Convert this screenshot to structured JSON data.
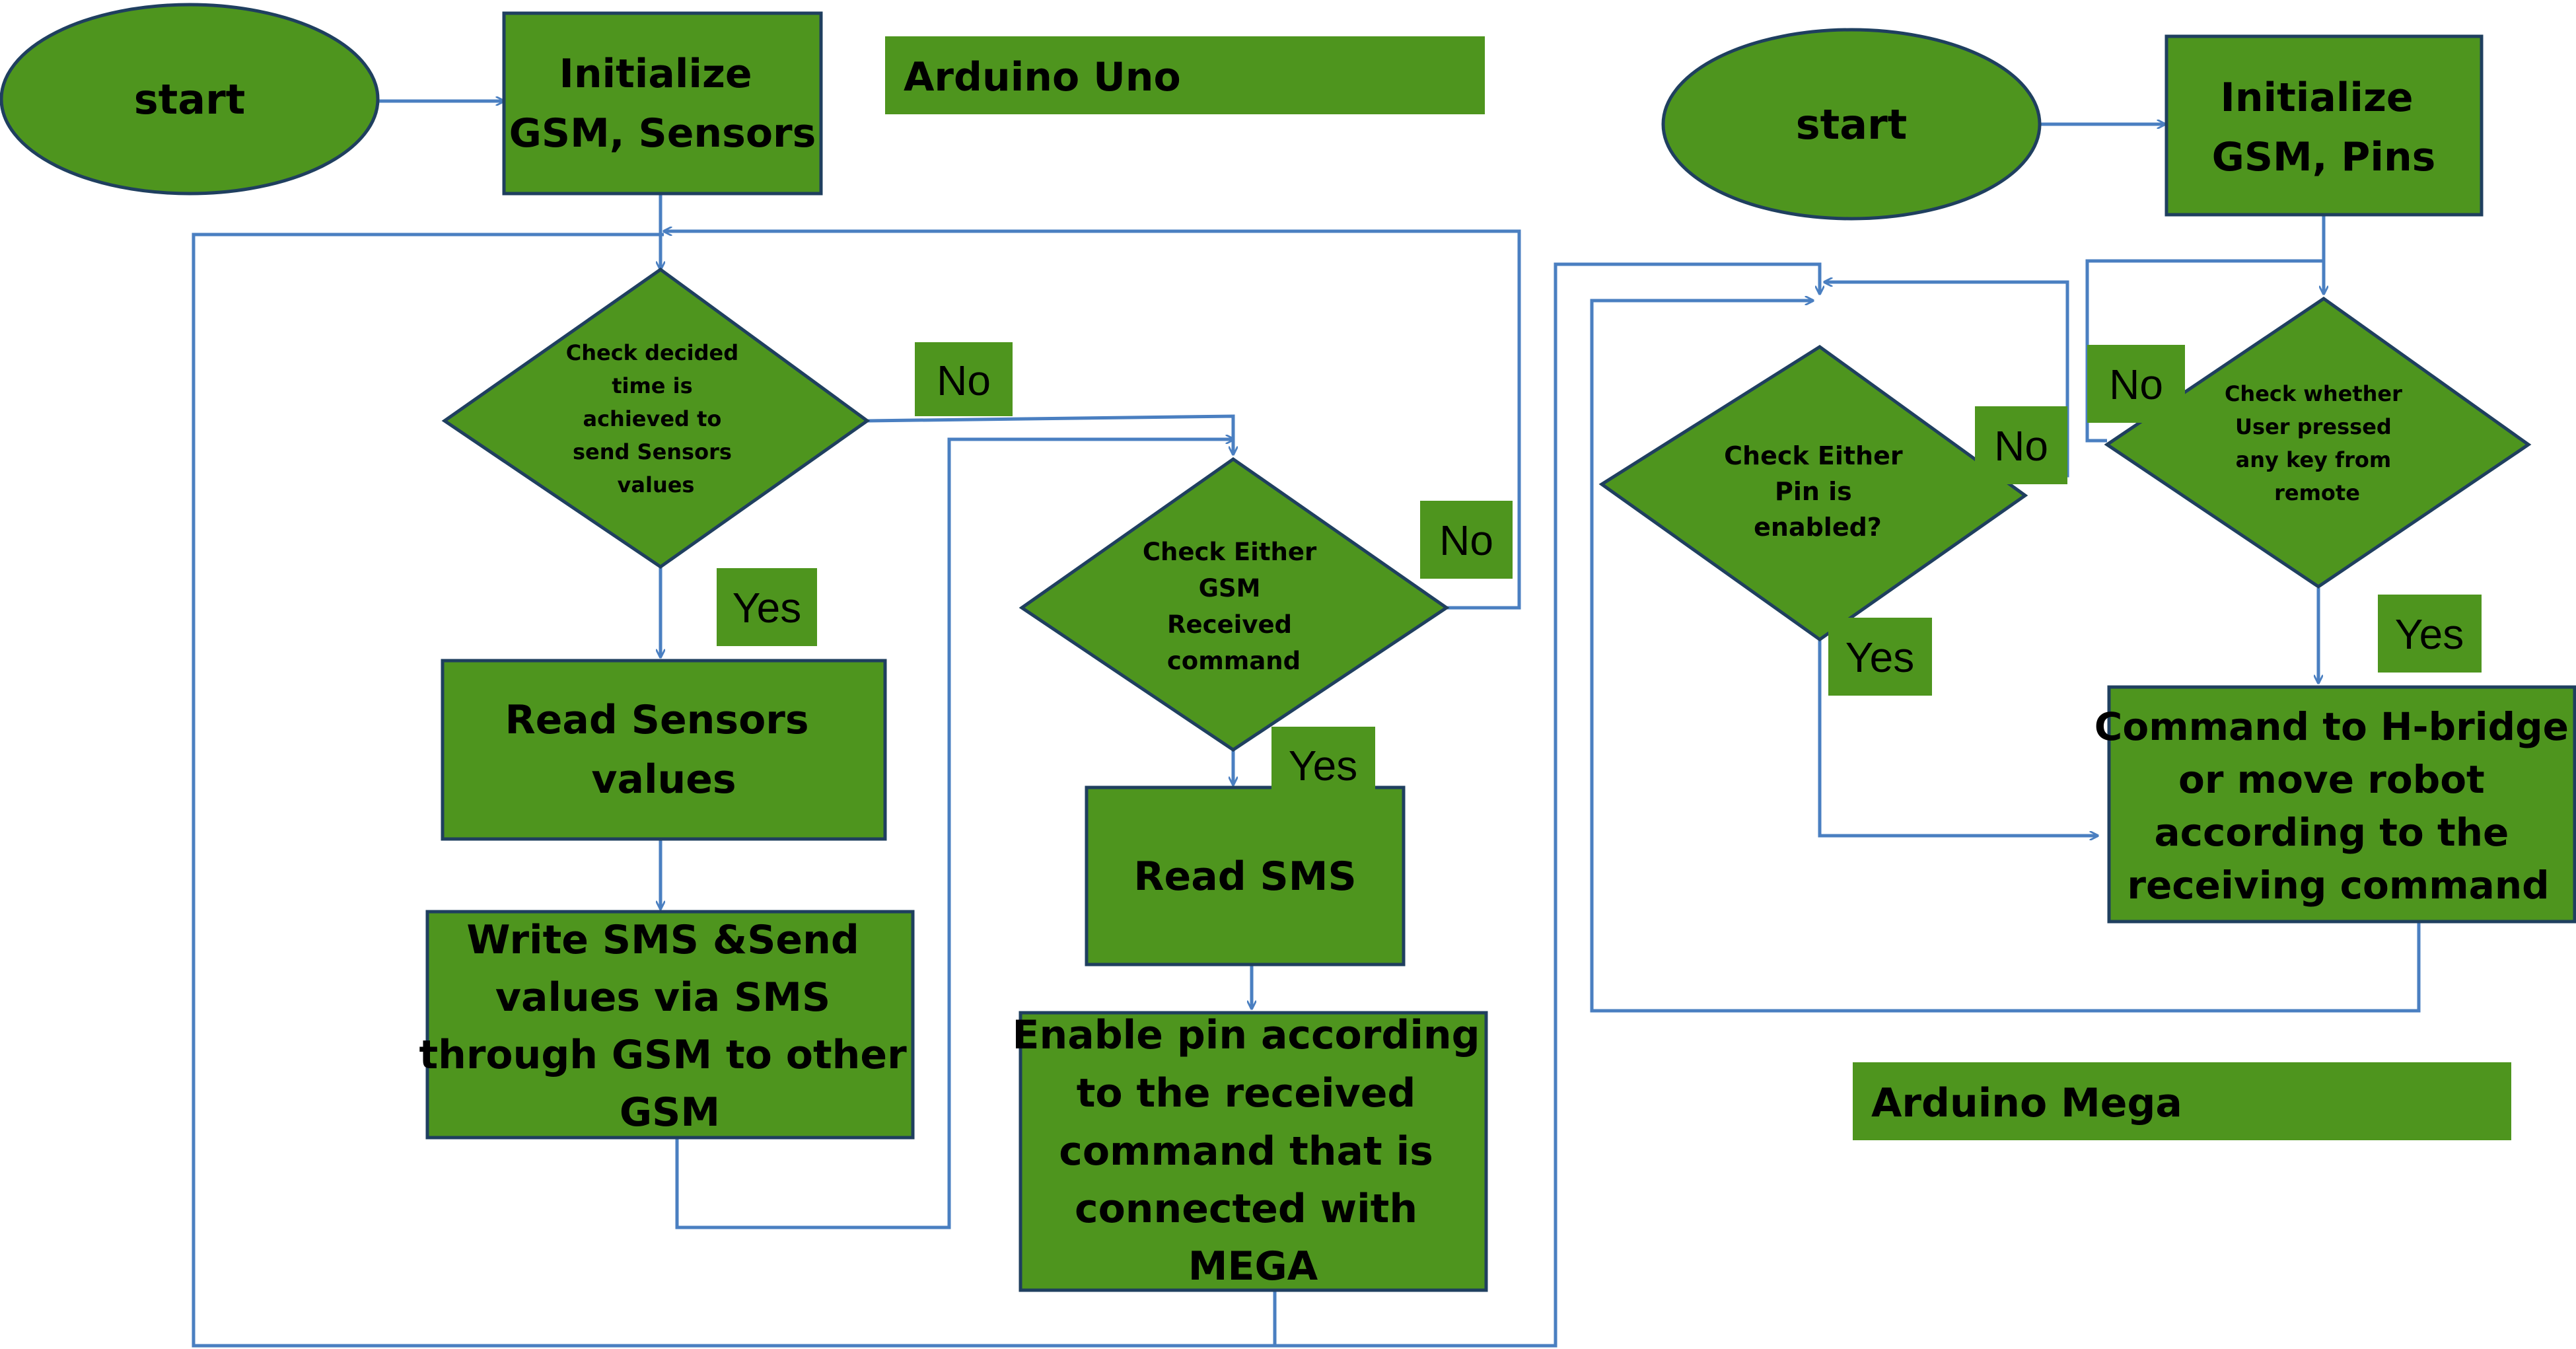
{
  "colors": {
    "shape_fill": "#4e951e",
    "shape_stroke": "#1f3f5f",
    "label_fill": "#4e951e",
    "connector": "#4a7fc1",
    "text": "#000000"
  },
  "uno": {
    "section_label": "Arduino Uno",
    "start": "start",
    "init": [
      "Initialize",
      "GSM, Sensors"
    ],
    "decision_time": [
      "Check decided",
      "time is",
      "achieved to",
      "send Sensors",
      "values"
    ],
    "label_no_time": "No",
    "label_yes_time": "Yes",
    "read_sensors": [
      "Read Sensors",
      "values"
    ],
    "write_sms": [
      "Write SMS &Send",
      "values via SMS",
      "through GSM to other",
      "GSM"
    ],
    "decision_gsm": [
      "Check Either",
      "GSM",
      "Received",
      "command"
    ],
    "label_no_gsm": "No",
    "label_yes_gsm": "Yes",
    "read_sms": "Read SMS",
    "enable_pin": [
      "Enable pin according",
      "to the received",
      "command that is",
      "connected with",
      "MEGA"
    ]
  },
  "mega": {
    "section_label": "Arduino Mega",
    "start": "start",
    "init": [
      "Initialize",
      "GSM, Pins"
    ],
    "decision_pin": [
      "Check Either",
      "Pin is",
      "enabled?"
    ],
    "label_no_pin": "No",
    "label_yes_pin": "Yes",
    "decision_key": [
      "Check whether",
      "User pressed",
      "any key from",
      "remote"
    ],
    "label_no_key": "No",
    "label_yes_key": "Yes",
    "command": [
      "Command to H-bridge",
      "or move robot",
      "according to the",
      "receiving command"
    ]
  }
}
